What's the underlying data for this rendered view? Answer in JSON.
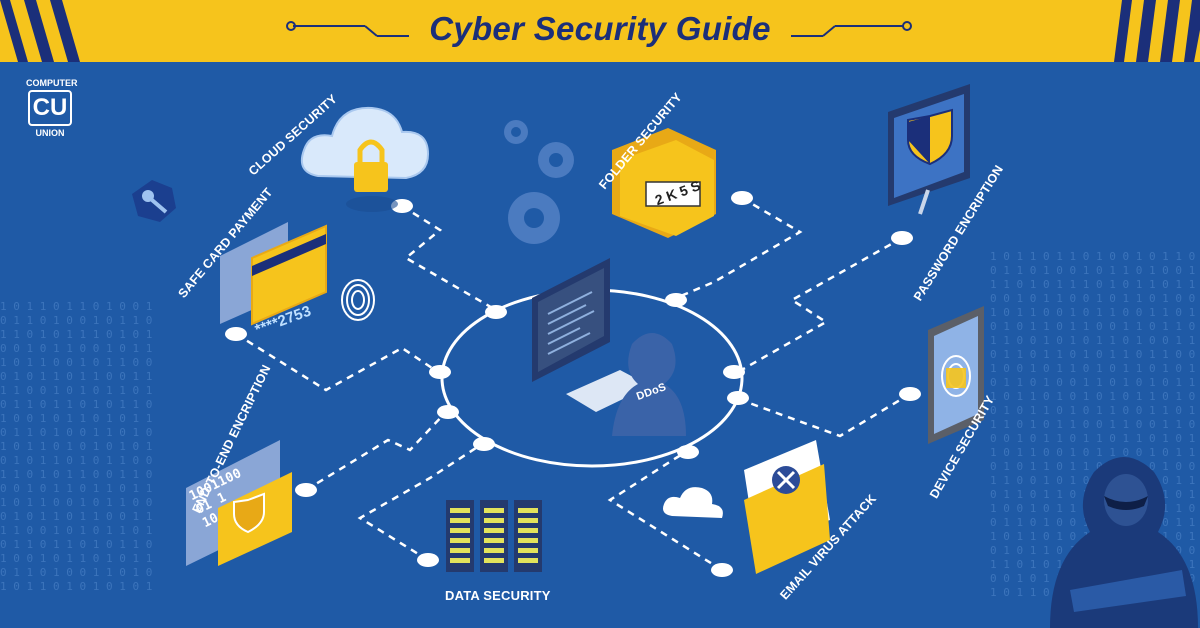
{
  "header": {
    "title": "Cyber Security Guide"
  },
  "logo": {
    "top": "COMPUTER",
    "mark": "CU",
    "bottom": "UNION"
  },
  "labels": {
    "cloud_security": "CLOUD SECURITY",
    "folder_security": "FOLDER SECURITY",
    "password_encryption": "PASSWORD ENCRIPTION",
    "safe_card_payment": "SAFE CARD PAYMENT",
    "end_to_end": "END-TO-END ENCRIPTION",
    "data_security": "DATA SECURITY",
    "email_virus": "EMAIL VIRUS ATTACK",
    "device_security": "DEVICE SECURITY"
  },
  "center": {
    "shirt_text": "DDoS"
  },
  "card": {
    "masked": "****2753"
  },
  "folder": {
    "code": "2K5S"
  },
  "binary_panel": "1001100\n01 1\n10 ",
  "colors": {
    "background": "#1f5aa6",
    "banner": "#f6c41c",
    "title": "#1b2f7a",
    "accent_yellow": "#f6c41c",
    "line": "#ffffff"
  }
}
